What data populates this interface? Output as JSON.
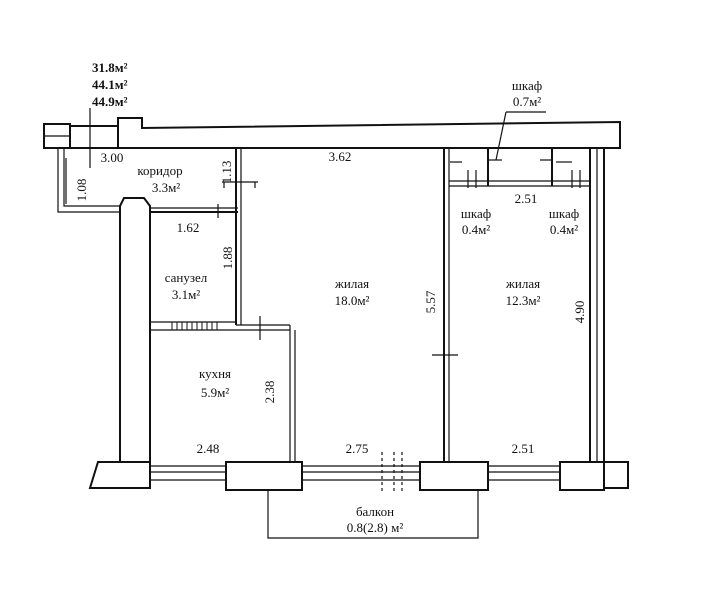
{
  "totals": {
    "living_area": "31.8м²",
    "total_area": "44.1м²",
    "total_area_with_balcony": "44.9м²"
  },
  "rooms": {
    "corridor": {
      "name": "коридор",
      "area": "3.3м²"
    },
    "bathroom": {
      "name": "санузел",
      "area": "3.1м²"
    },
    "kitchen": {
      "name": "кухня",
      "area": "5.9м²"
    },
    "living_large": {
      "name": "жилая",
      "area": "18.0м²"
    },
    "living_small": {
      "name": "жилая",
      "area": "12.3м²"
    },
    "closet_top": {
      "name": "шкаф",
      "area": "0.7м²"
    },
    "closet_left": {
      "name": "шкаф",
      "area": "0.4м²"
    },
    "closet_right": {
      "name": "шкаф",
      "area": "0.4м²"
    },
    "balcony": {
      "name": "балкон",
      "area": "0.8(2.8) м²"
    }
  },
  "dimensions": {
    "corridor_length": "3.00",
    "corridor_width": "1.08",
    "corridor_door": "1.13",
    "bath_width": "1.62",
    "bath_length": "1.88",
    "kitchen_depth": "2.38",
    "kitchen_width": "2.48",
    "big_room_width_top": "3.62",
    "big_room_width_bottom": "2.75",
    "big_room_length": "5.57",
    "small_room_width_top": "2.51",
    "small_room_width_bottom": "2.51",
    "small_room_length": "4.90"
  }
}
